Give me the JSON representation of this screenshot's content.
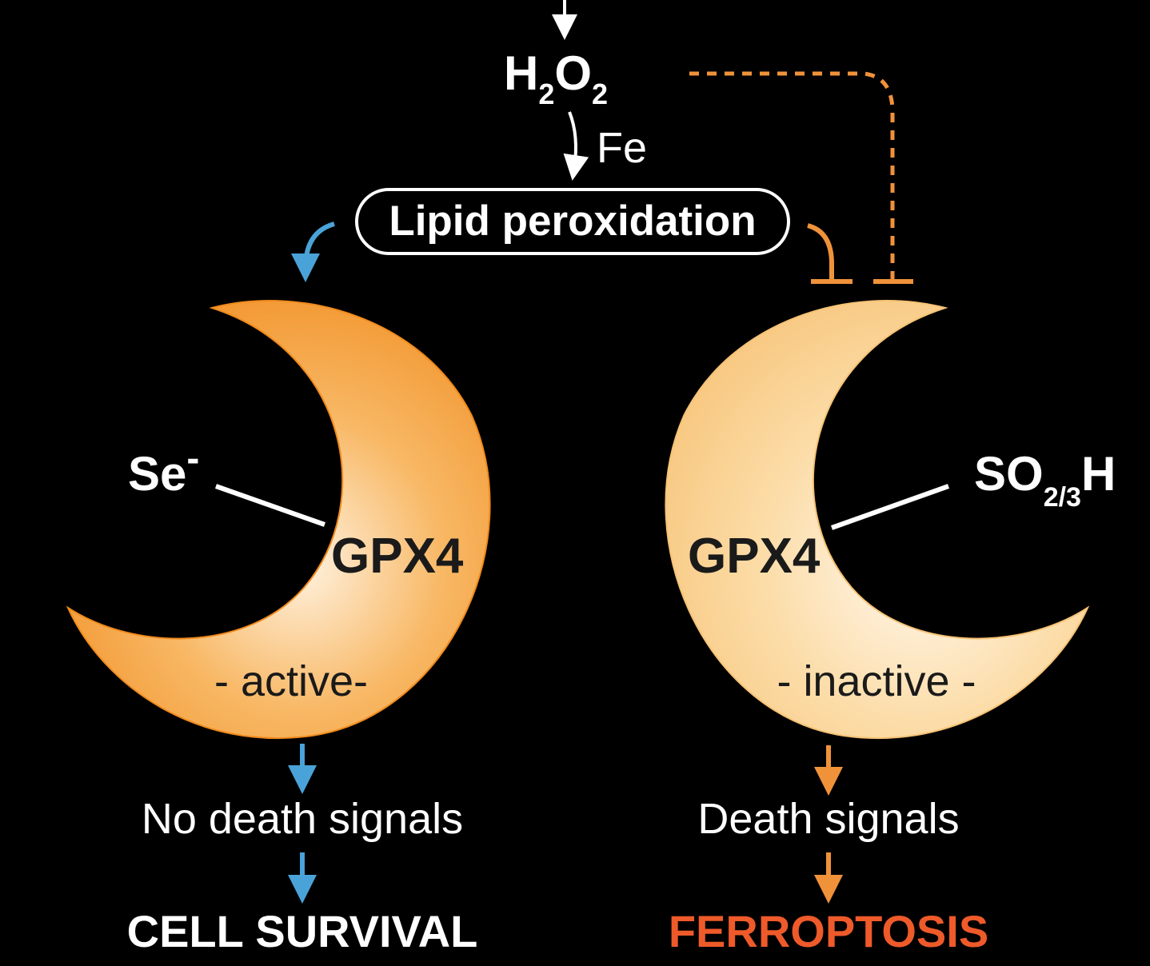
{
  "top": {
    "h2o2": {
      "base1": "H",
      "sub1": "2",
      "base2": "O",
      "sub2": "2"
    },
    "catalyst": "Fe",
    "process_label": "Lipid peroxidation"
  },
  "left": {
    "group": "Se",
    "group_charge": "-",
    "enzyme": "GPX4",
    "state": "- active-",
    "outcome": "No death signals",
    "result": "CELL SURVIVAL"
  },
  "right": {
    "group_base": "SO",
    "group_sub": "2/3",
    "group_tail": "H",
    "enzyme": "GPX4",
    "state": "- inactive -",
    "outcome": "Death signals",
    "result": "FERROPTOSIS"
  },
  "colors": {
    "background": "#000000",
    "text": "#ffffff",
    "enzyme_text": "#1a1a1a",
    "active_crescent": "#f39a2c",
    "inactive_crescent": "#f9cd87",
    "survival_arrow": "#4aa3d8",
    "death_arrow": "#f0923a",
    "inhibition": "#f0923a",
    "ferroptosis_text": "#ee5a2a"
  }
}
